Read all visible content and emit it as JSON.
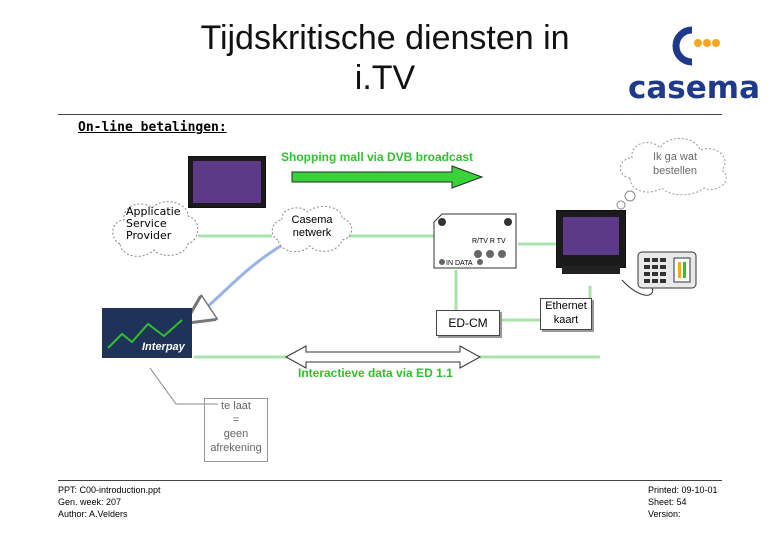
{
  "header": {
    "title_line1": "Tijdskritische diensten in",
    "title_line2": "i.TV",
    "logo_text": "casema"
  },
  "subtitle": "On-line betalingen:",
  "diagram": {
    "broadcast_label": "Shopping mall via DVB broadcast",
    "cloud_left_label": "Applicatie Service Provider",
    "cloud_mid_label_1": "Casema",
    "cloud_mid_label_2": "netwerk",
    "cloud_thought_1": "Ik ga wat",
    "cloud_thought_2": "bestellen",
    "modem_ports_label": "R/TV  R  TV",
    "modem_data_label": "IN DATA",
    "edcm_label": "ED-CM",
    "ethernet_label_1": "Ethernet",
    "ethernet_label_2": "kaart",
    "interactive_label": "Interactieve data via ED 1.1",
    "bank_label": "Interpay",
    "note_lines": [
      "te laat",
      "=",
      "geen",
      "afrekening"
    ]
  },
  "footer": {
    "left": [
      "PPT: C00-introduction.ppt",
      "Gen. week: 207",
      "Author: A.Velders"
    ],
    "right": [
      "Printed: 09-10-01",
      "Sheet: 54",
      "Version:"
    ]
  },
  "colors": {
    "accent_green": "#2fc12f",
    "brand_blue": "#1f3a8a",
    "brand_orange": "#f5a623",
    "link_blue": "#9ab3e6"
  }
}
